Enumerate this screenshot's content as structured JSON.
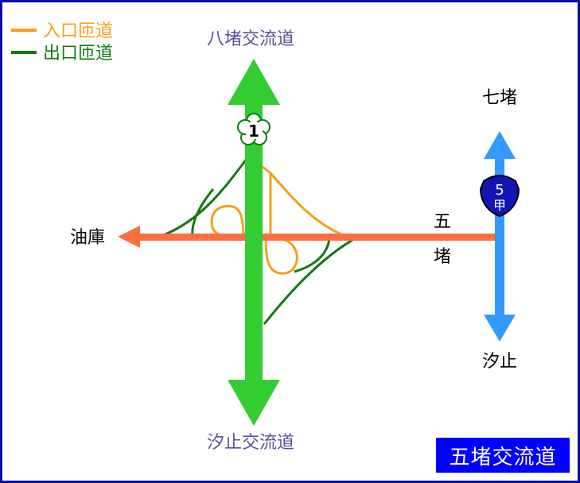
{
  "legend": {
    "entry_label": "入口匝道",
    "exit_label": "出口匝道",
    "entry_color": "#f5a01a",
    "exit_color": "#117a11"
  },
  "destinations": {
    "north": "八堵交流道",
    "south": "汐止交流道",
    "west": "油庫",
    "east_label_top": "五",
    "east_label_bottom": "堵",
    "upper_right": "七堵",
    "lower_right": "汐止"
  },
  "shields": {
    "freeway_number": "1",
    "provincial_number": "5",
    "provincial_suffix": "甲"
  },
  "colors": {
    "freeway": "#33cc33",
    "crossroad": "#ff6e40",
    "provincial": "#3399ff",
    "provincial_shield": "#1414b4",
    "frame": "#0a0aa8",
    "destination_text": "#5a50a0",
    "title_badge": "#0000ff"
  },
  "title": "五堵交流道"
}
